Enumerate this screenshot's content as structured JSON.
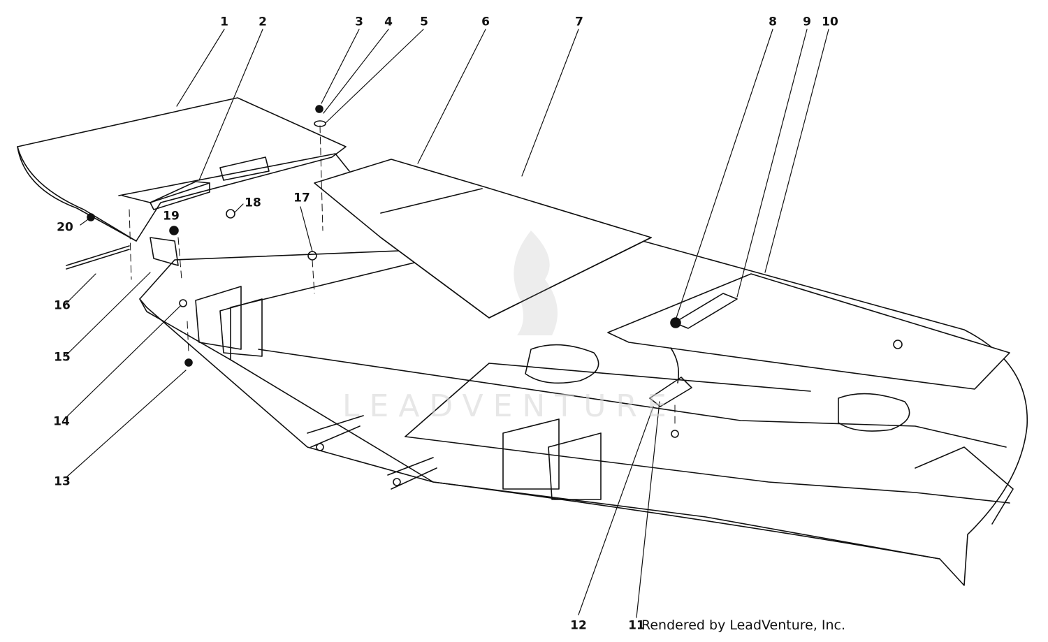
{
  "callouts": {
    "c1": "1",
    "c2": "2",
    "c3": "3",
    "c4": "4",
    "c5": "5",
    "c6": "6",
    "c7": "7",
    "c8": "8",
    "c9": "9",
    "c10": "10",
    "c11": "11",
    "c12": "12",
    "c13": "13",
    "c14": "14",
    "c15": "15",
    "c16": "16",
    "c17": "17",
    "c18": "18",
    "c19": "19",
    "c20": "20"
  },
  "credit": "Rendered by LeadVenture, Inc.",
  "watermark": "LEADVENTURE",
  "colors": {
    "ink": "#111111",
    "watermark": "#d4d4d4",
    "background": "#ffffff"
  }
}
